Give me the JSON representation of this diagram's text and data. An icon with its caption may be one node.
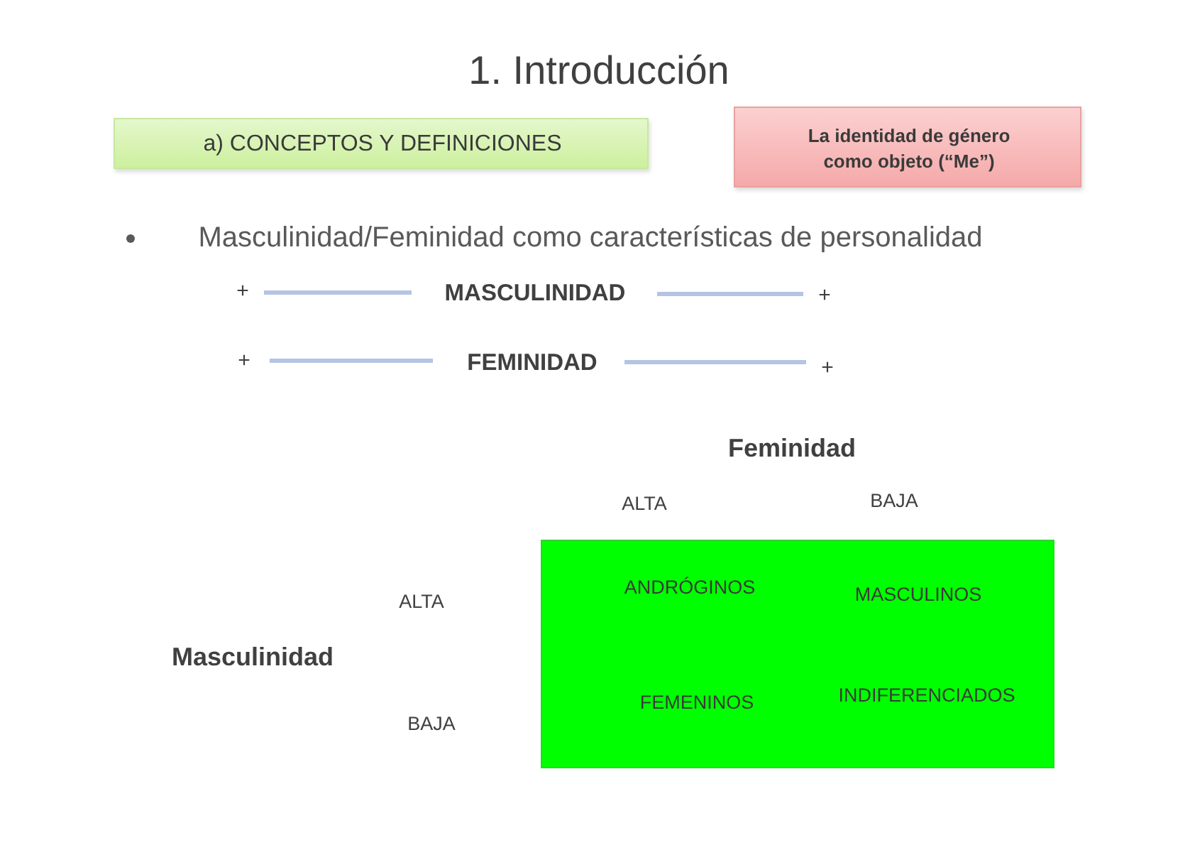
{
  "diagram": {
    "title": "1. Introducción",
    "nodes": [
      {
        "text": [
          "a) CONCEPTOS Y DEFINICIONES"
        ]
      },
      {
        "text": [
          "La identidad de género como objeto (“Me”)"
        ]
      },
      {
        "text": [
          "ANDRÓGINOS",
          "MASCULINOS",
          "FEMENINOS",
          "INDIFERENCIADOS"
        ]
      }
    ],
    "labels": [
      "Masculinidad/Feminidad como características de personalidad",
      "+",
      "MASCULINIDAD",
      "+",
      "+",
      "FEMINIDAD",
      "+",
      "Feminidad",
      "ALTA",
      "BAJA",
      "ALTA",
      "Masculinidad",
      "BAJA"
    ]
  }
}
